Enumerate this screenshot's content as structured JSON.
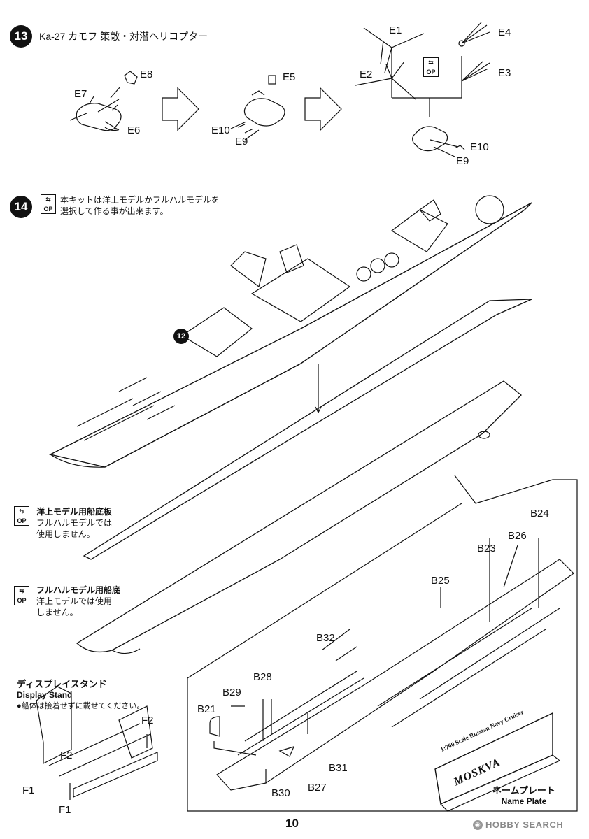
{
  "step13": {
    "badge": "13",
    "title": "Ka-27 カモフ 策敵・対潜ヘリコプター",
    "parts": {
      "e1": "E1",
      "e2": "E2",
      "e3": "E3",
      "e4": "E4",
      "e5": "E5",
      "e6": "E6",
      "e7": "E7",
      "e8": "E8",
      "e9a": "E9",
      "e9b": "E9",
      "e10a": "E10",
      "e10b": "E10"
    },
    "op_badge": "OP"
  },
  "step14": {
    "badge": "14",
    "op_badge": "OP",
    "text_line1": "本キットは洋上モデルかフルハルモデルを",
    "text_line2": "選択して作る事が出来ます。",
    "ref_badge": "12"
  },
  "waterline": {
    "op_badge": "OP",
    "title": "洋上モデル用船底板",
    "note1": "フルハルモデルでは",
    "note2": "使用しません。"
  },
  "fullhull": {
    "op_badge": "OP",
    "title": "フルハルモデル用船底",
    "note1": "洋上モデルでは使用",
    "note2": "しません。"
  },
  "stand": {
    "title_jp": "ディスプレイスタンド",
    "title_en": "Display Stand",
    "note": "●船体は接着せずに載せてください。",
    "parts": {
      "f1a": "F1",
      "f1b": "F1",
      "f2a": "F2",
      "f2b": "F2"
    }
  },
  "detail_parts": {
    "b21": "B21",
    "b23": "B23",
    "b24": "B24",
    "b25": "B25",
    "b26": "B26",
    "b27": "B27",
    "b28": "B28",
    "b29": "B29",
    "b30": "B30",
    "b31": "B31",
    "b32": "B32"
  },
  "nameplate": {
    "scale_text": "1:700 Scale Russian Navy Cruiser",
    "name": "MOSKVA",
    "label_jp": "ネームプレート",
    "label_en": "Name Plate"
  },
  "page_number": "10",
  "watermark": "HOBBY SEARCH"
}
